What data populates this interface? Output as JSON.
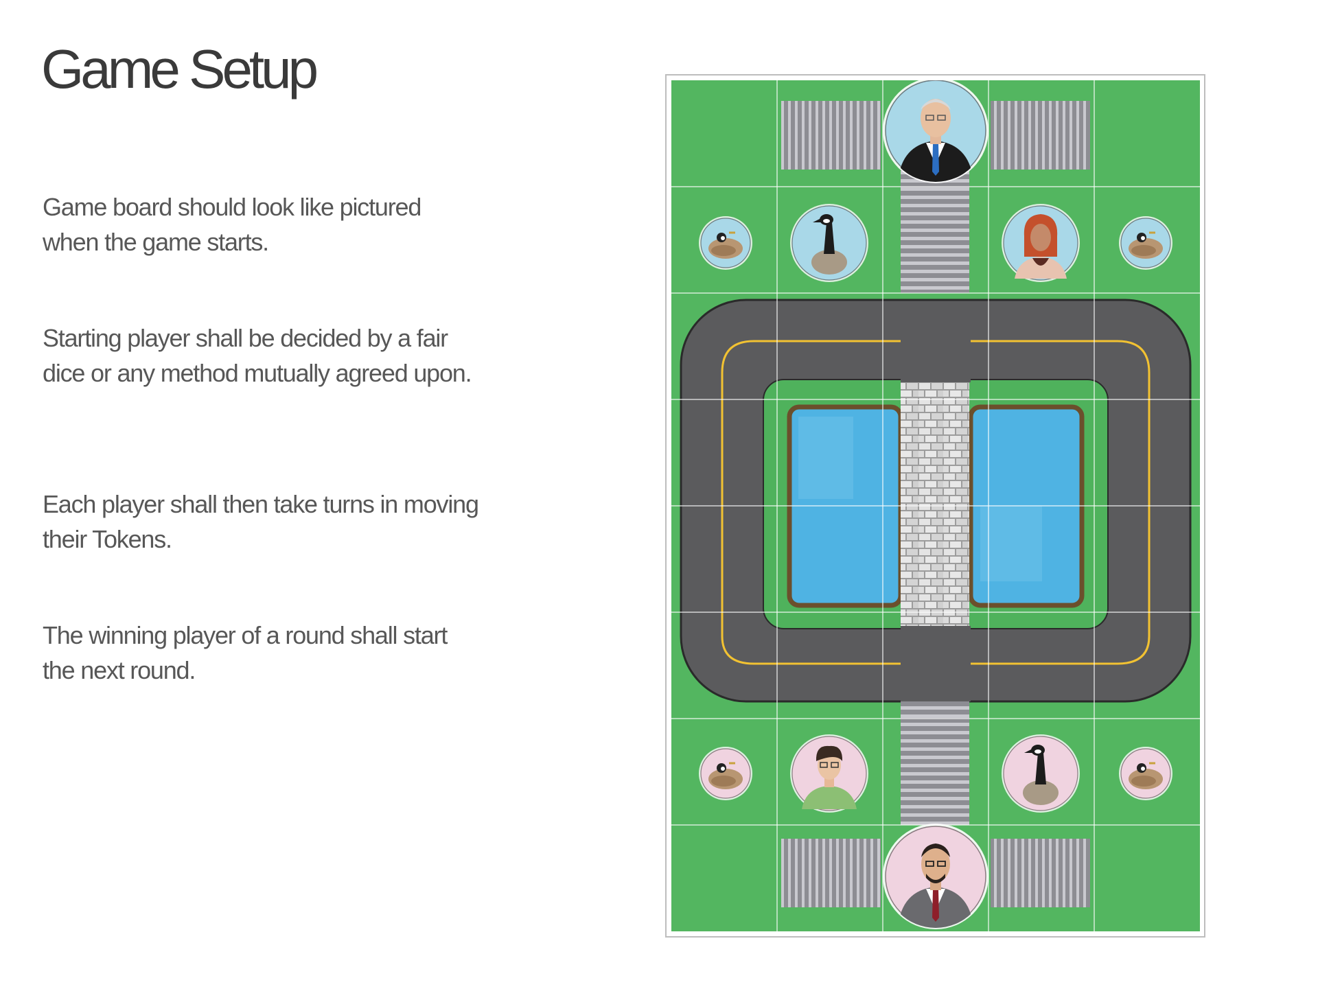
{
  "title": "Game Setup",
  "paragraphs": [
    "Game board should look like pictured when the game starts.",
    "Starting player shall be decided by a fair dice or any method mutually agreed upon.",
    "Each player shall then take turns in moving their Tokens.",
    "The winning player of a round shall start the next round."
  ],
  "board": {
    "grid_columns": 5,
    "grid_rows": 8,
    "colors": {
      "grass": "#4fb25c",
      "road": "#5b5b5d",
      "road_line": "#f2c232",
      "water": "#4fb3e3",
      "bank": "#6b4f2c",
      "brick_path": "#d6d6d6",
      "stairs": "#8e8e94",
      "token_top_bg": "#a9d8e8",
      "token_bottom_bg": "#f0d3e0"
    },
    "tokens": [
      {
        "name": "player-man-blue-tie-token",
        "side": "top",
        "kind": "player-man-suit"
      },
      {
        "name": "goose-sitting-token-top-left",
        "side": "top",
        "kind": "goose-sitting"
      },
      {
        "name": "goose-standing-token-top",
        "side": "top",
        "kind": "goose-standing"
      },
      {
        "name": "player-woman-red-hair-token",
        "side": "top",
        "kind": "player-woman"
      },
      {
        "name": "goose-sitting-token-top-right",
        "side": "top",
        "kind": "goose-sitting"
      },
      {
        "name": "goose-sitting-token-bottom-left",
        "side": "bottom",
        "kind": "goose-sitting"
      },
      {
        "name": "player-boy-glasses-token",
        "side": "bottom",
        "kind": "player-boy"
      },
      {
        "name": "goose-standing-token-bottom",
        "side": "bottom",
        "kind": "goose-standing"
      },
      {
        "name": "goose-sitting-token-bottom-right",
        "side": "bottom",
        "kind": "goose-sitting"
      },
      {
        "name": "player-man-red-tie-token",
        "side": "bottom",
        "kind": "player-man-suit"
      }
    ]
  }
}
